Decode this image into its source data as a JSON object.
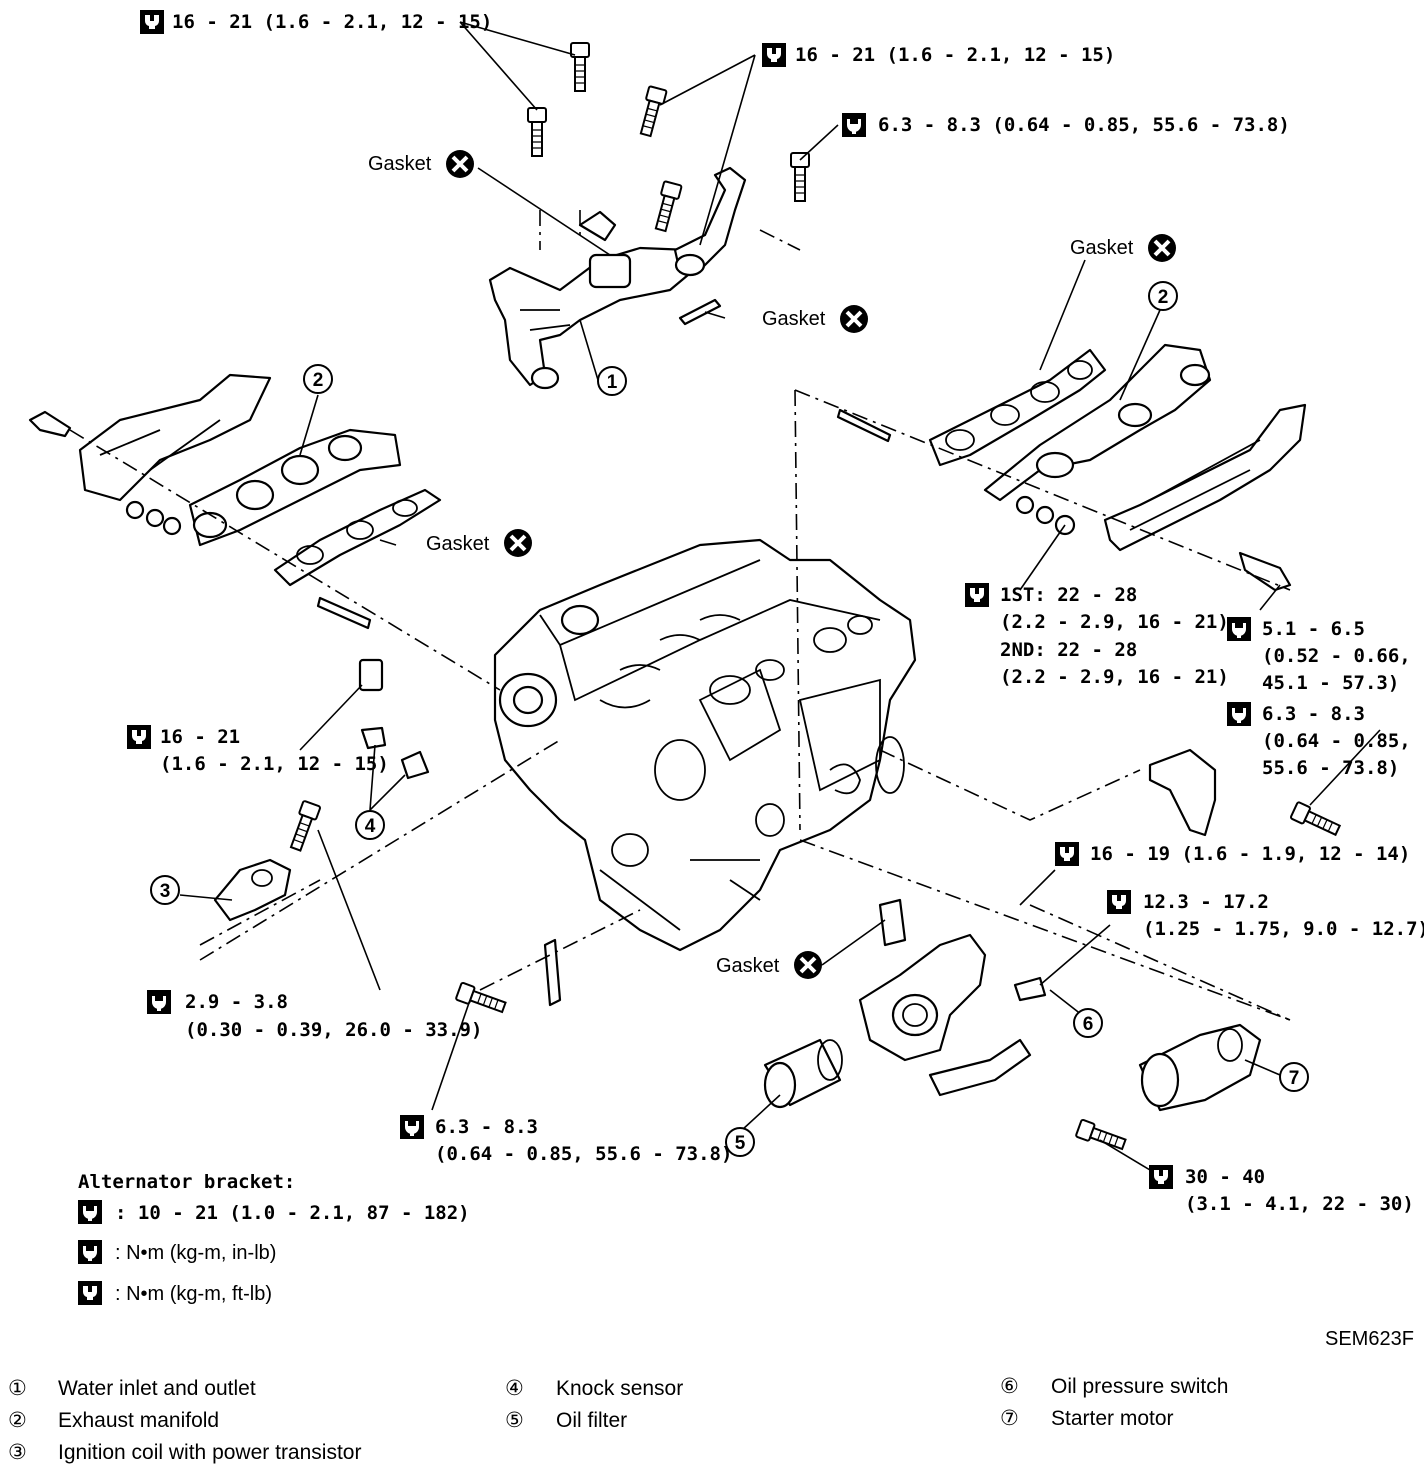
{
  "torque_labels": {
    "top_left": "16 - 21 (1.6 - 2.1, 12 - 15)",
    "top_right": "16 - 21 (1.6 - 2.1, 12 - 15)",
    "top_small": "6.3 - 8.3 (0.64 - 0.85, 55.6 - 73.8)",
    "right_1st": "1ST: 22 - 28",
    "right_1st_b": "(2.2 - 2.9, 16 - 21)",
    "right_2nd": "2ND: 22 - 28",
    "right_2nd_b": "(2.2 - 2.9, 16 - 21)",
    "right_51": "5.1 - 6.5",
    "right_51_b": "(0.52 - 0.66,",
    "right_51_c": "45.1 - 57.3)",
    "right_63": "6.3 - 8.3",
    "right_63_b": "(0.64 - 0.85,",
    "right_63_c": "55.6 - 73.8)",
    "left_16": "16 - 21",
    "left_16_b": "(1.6 - 2.1, 12 - 15)",
    "right_1619": "16 - 19 (1.6 - 1.9, 12 - 14)",
    "right_123": "12.3 - 17.2",
    "right_123_b": "(1.25 - 1.75, 9.0 - 12.7)",
    "left_29": "2.9 - 3.8",
    "left_29_b": "(0.30 - 0.39, 26.0 - 33.9)",
    "bottom_63": "6.3 - 8.3",
    "bottom_63_b": "(0.64 - 0.85, 55.6 - 73.8)",
    "starter_30": "30 - 40",
    "starter_30_b": "(3.1 - 4.1, 22 - 30)"
  },
  "gasket_label": "Gasket",
  "callouts": [
    "1",
    "2",
    "2",
    "3",
    "4",
    "5",
    "6",
    "7"
  ],
  "key": {
    "alternator_title": "Alternator bracket:",
    "alternator_value": ": 10 - 21 (1.0 - 2.1, 87 - 182)",
    "unit_inlb": ": N•m (kg-m, in-lb)",
    "unit_ftlb": ": N•m (kg-m, ft-lb)"
  },
  "figure_code": "SEM623F",
  "legend": [
    {
      "mark": "①",
      "text": "Water inlet and outlet"
    },
    {
      "mark": "②",
      "text": "Exhaust manifold"
    },
    {
      "mark": "③",
      "text": "Ignition coil with power transistor"
    },
    {
      "mark": "④",
      "text": "Knock sensor"
    },
    {
      "mark": "⑤",
      "text": "Oil filter"
    },
    {
      "mark": "⑥",
      "text": "Oil pressure switch"
    },
    {
      "mark": "⑦",
      "text": "Starter motor"
    }
  ]
}
